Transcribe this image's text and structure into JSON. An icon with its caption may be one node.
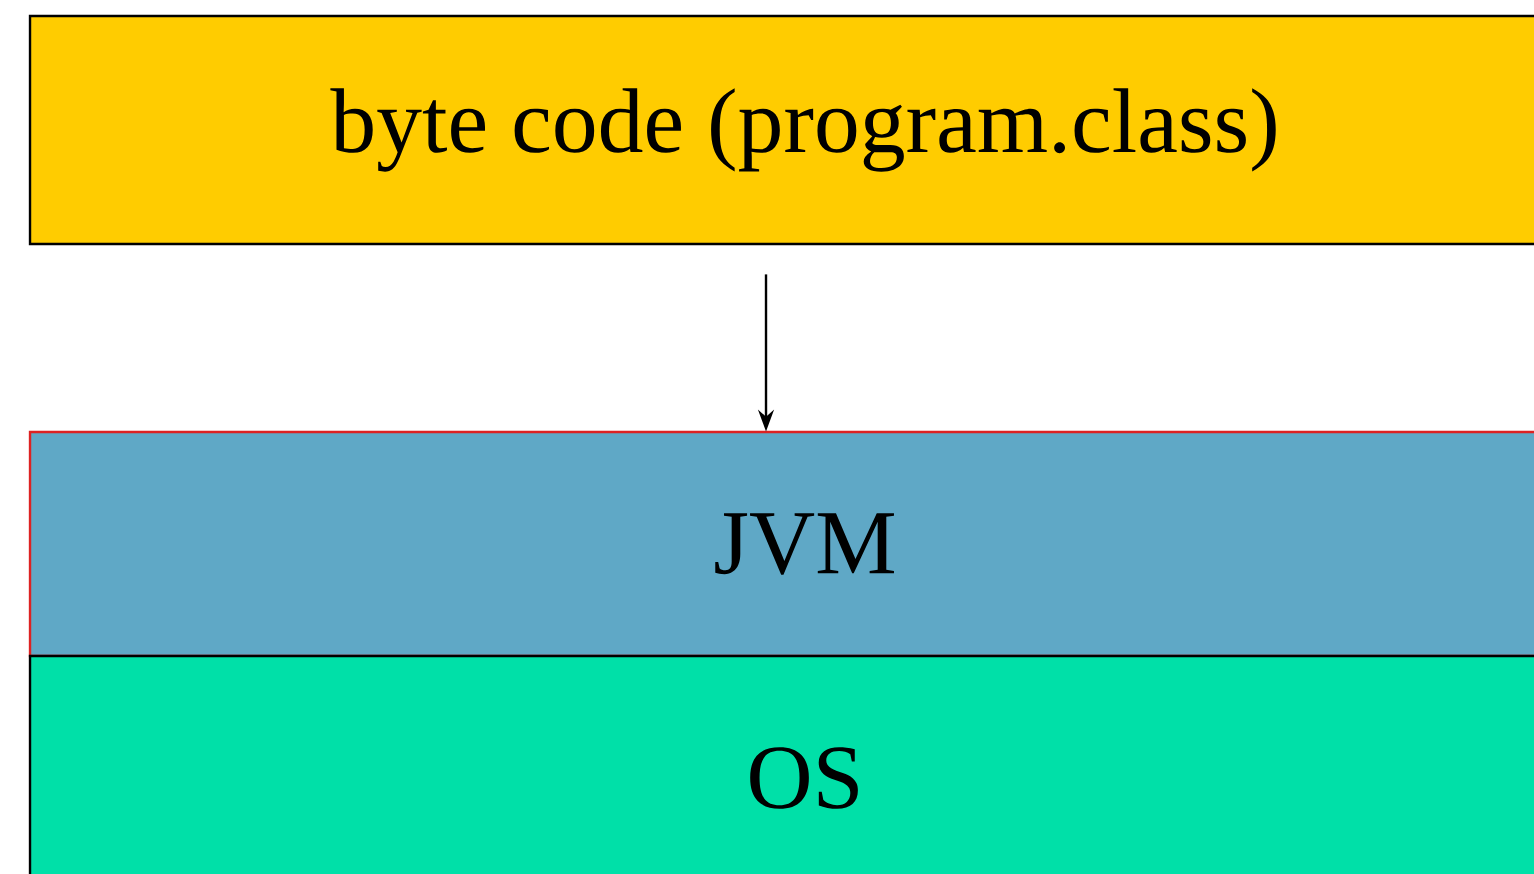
{
  "diagram": {
    "nodes": [
      {
        "text": [
          "byte code (program.class)"
        ]
      },
      {
        "text": [
          "JVM"
        ]
      },
      {
        "text": [
          "OS"
        ]
      }
    ],
    "edges": [
      {
        "from": 0,
        "to": 1,
        "arrow": "to"
      }
    ]
  }
}
